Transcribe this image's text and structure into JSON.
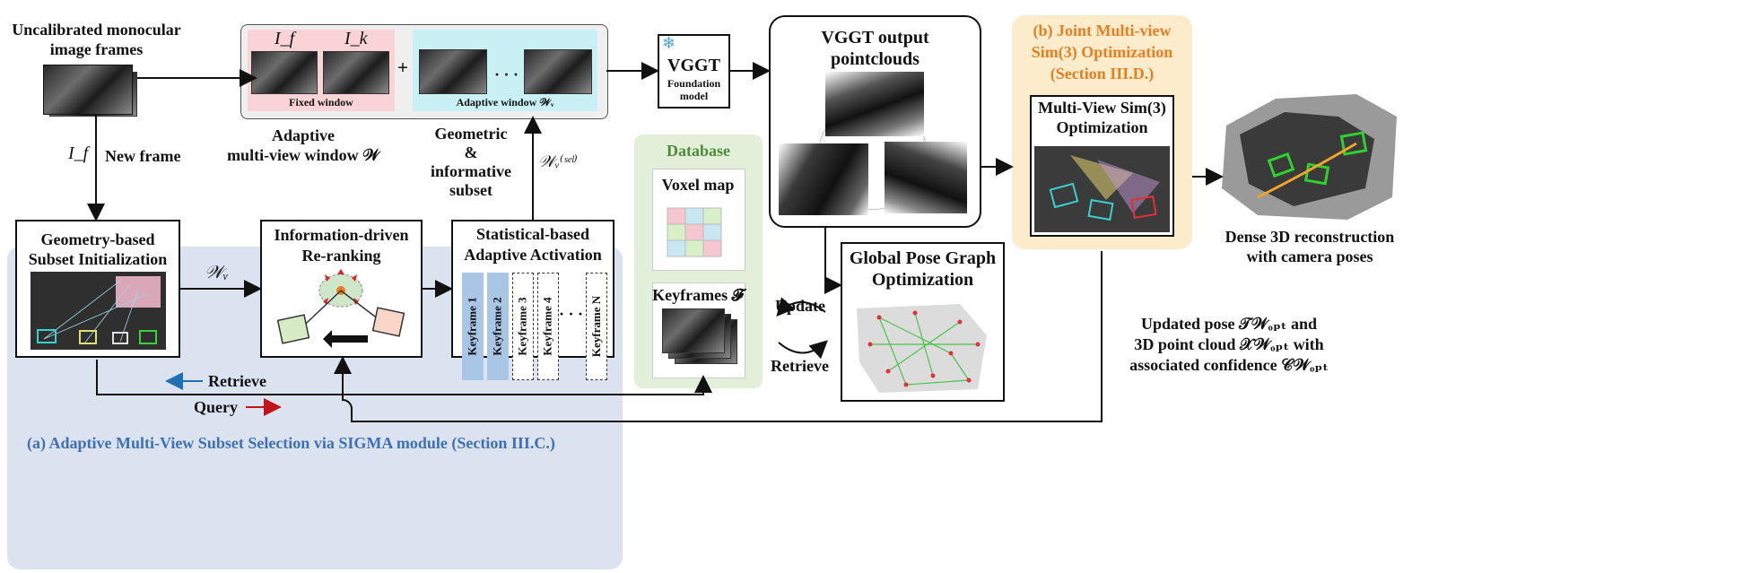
{
  "input": {
    "label_line1": "Uncalibrated monocular",
    "label_line2": "image frames"
  },
  "window": {
    "fixed_symbols": [
      "I_f",
      "I_k"
    ],
    "fixed_label": "Fixed window",
    "plus": "+",
    "dots": "· · ·",
    "adaptive_label": "Adaptive window 𝒲ᵥ",
    "caption_line1": "Adaptive",
    "caption_line2": "multi-view window 𝒲"
  },
  "vggt": {
    "icon": "❄",
    "title": "VGGT",
    "sub_line1": "Foundation",
    "sub_line2": "model"
  },
  "vggt_output": {
    "title_line1": "VGGT output",
    "title_line2": "pointclouds"
  },
  "joint": {
    "title_line1": "(b) Joint Multi-view",
    "title_line2": "Sim(3) Optimization",
    "title_line3": "(Section III.D.)",
    "inner_line1": "Multi-View Sim(3)",
    "inner_line2": "Optimization"
  },
  "dense": {
    "label_line1": "Dense 3D reconstruction",
    "label_line2": "with camera poses"
  },
  "new_frame": {
    "symbol": "I_f",
    "label": "New frame"
  },
  "geo_subset": {
    "line1": "Geometric",
    "line2": "&",
    "line3": "informative",
    "line4": "subset",
    "symbol": "𝒲ᵥ⁽ˢᵉˡ⁾"
  },
  "database": {
    "title": "Database",
    "voxel_title": "Voxel map",
    "keyframes_title": "Keyframes 𝓕"
  },
  "gpgo": {
    "title_line1": "Global Pose Graph",
    "title_line2": "Optimization"
  },
  "update_label": "Update",
  "retrieve_label": "Retrieve",
  "updated_text": {
    "line1": "Updated pose 𝒯𝒲ₒₚₜ and",
    "line2": "3D point cloud 𝒳𝒲ₒₚₜ with",
    "line3": "associated confidence 𝒞𝒲ₒₚₜ"
  },
  "module_a": {
    "title": "(a) Adaptive Multi-View Subset Selection via SIGMA module (Section III.C.)",
    "geo_init_line1": "Geometry-based",
    "geo_init_line2": "Subset Initialization",
    "wv_symbol": "𝒲ᵥ",
    "rerank_line1": "Information-driven",
    "rerank_line2": "Re-ranking",
    "activation_line1": "Statistical-based",
    "activation_line2": "Adaptive Activation",
    "keyframes": [
      "Keyframe 1",
      "Keyframe 2",
      "Keyframe 3",
      "Keyframe 4",
      "Keyframe N"
    ],
    "kf_dots": "· · ·",
    "retrieve_legend": "Retrieve",
    "query_legend": "Query"
  },
  "colors": {
    "module_bg": "#dbe3f1",
    "database_bg": "#e2efd9",
    "joint_bg": "#fdeccb",
    "fixed_bg": "#f9d3d6",
    "adaptive_bg": "#c9f1f5",
    "joint_title": "#e67e22",
    "database_title": "#4e8a3a",
    "module_title": "#3f6fb5",
    "retrieve_arrow": "#1f6fb5",
    "query_arrow": "#c0141b"
  }
}
